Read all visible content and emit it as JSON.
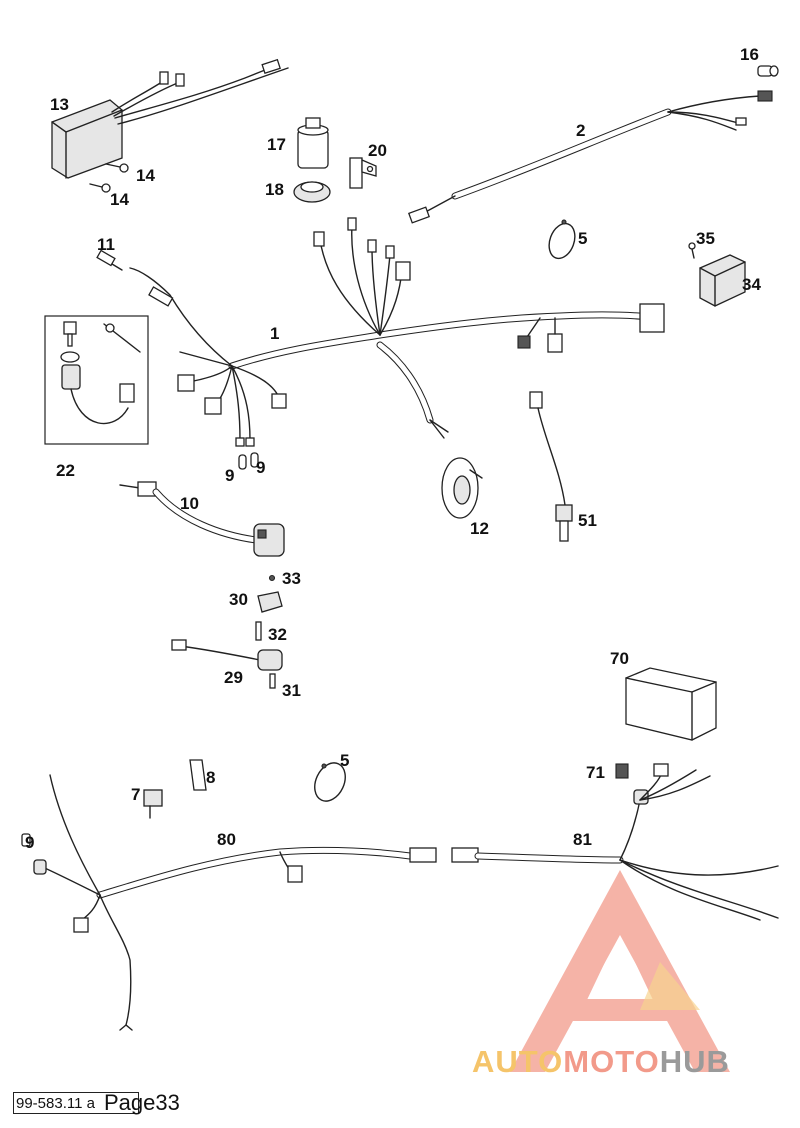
{
  "callouts": [
    {
      "id": "1",
      "label": "1"
    },
    {
      "id": "2",
      "label": "2"
    },
    {
      "id": "5a",
      "label": "5"
    },
    {
      "id": "5b",
      "label": "5"
    },
    {
      "id": "7",
      "label": "7"
    },
    {
      "id": "8",
      "label": "8"
    },
    {
      "id": "9a",
      "label": "9"
    },
    {
      "id": "9b",
      "label": "9"
    },
    {
      "id": "9c",
      "label": "9"
    },
    {
      "id": "10",
      "label": "10"
    },
    {
      "id": "11",
      "label": "11"
    },
    {
      "id": "12",
      "label": "12"
    },
    {
      "id": "13",
      "label": "13"
    },
    {
      "id": "14a",
      "label": "14"
    },
    {
      "id": "14b",
      "label": "14"
    },
    {
      "id": "16",
      "label": "16"
    },
    {
      "id": "17",
      "label": "17"
    },
    {
      "id": "18",
      "label": "18"
    },
    {
      "id": "20",
      "label": "20"
    },
    {
      "id": "22",
      "label": "22"
    },
    {
      "id": "29",
      "label": "29"
    },
    {
      "id": "30",
      "label": "30"
    },
    {
      "id": "31",
      "label": "31"
    },
    {
      "id": "32",
      "label": "32"
    },
    {
      "id": "33",
      "label": "33"
    },
    {
      "id": "34",
      "label": "34"
    },
    {
      "id": "35",
      "label": "35"
    },
    {
      "id": "51",
      "label": "51"
    },
    {
      "id": "70",
      "label": "70"
    },
    {
      "id": "71",
      "label": "71"
    },
    {
      "id": "80",
      "label": "80"
    },
    {
      "id": "81",
      "label": "81"
    }
  ],
  "footer": {
    "code": "99-583.11 a",
    "page": "Page33"
  },
  "logo": {
    "part1": "AUTO",
    "part2": "MOTO",
    "part3": "HUB",
    "color_auto": "#f5c46a",
    "color_moto": "#f29a8a",
    "color_hub": "#9a9a9a"
  }
}
